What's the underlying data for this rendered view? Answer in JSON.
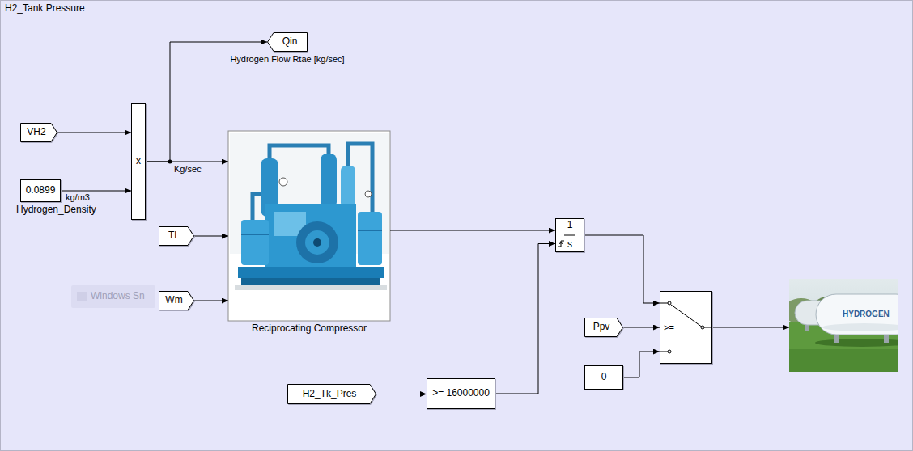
{
  "diagram": {
    "title": "H2_Tank Pressure",
    "nodes": [
      {
        "text": [
          "Qin",
          "Hydrogen Flow Rtae [kg/sec]"
        ]
      },
      {
        "text": [
          "VH2"
        ]
      },
      {
        "text": [
          "0.0899",
          "Hydrogen_Density"
        ]
      },
      {
        "text": [
          "x"
        ]
      },
      {
        "text": [
          "TL"
        ]
      },
      {
        "text": [
          "Wm"
        ]
      },
      {
        "text": [
          "Reciprocating Compressor"
        ]
      },
      {
        "text": [
          "1",
          "s"
        ]
      },
      {
        "text": [
          "Ppv"
        ]
      },
      {
        "text": [
          "0"
        ]
      },
      {
        "text": [
          ">="
        ]
      },
      {
        "text": [
          "H2_Tk_Pres"
        ]
      },
      {
        "text": [
          ">= 16000000"
        ]
      },
      {
        "text": [
          "HYDROGEN"
        ]
      }
    ],
    "edges": [
      {
        "from": 1,
        "to": 3,
        "arrow": "to"
      },
      {
        "from": 2,
        "to": 3,
        "label": "kg/m3",
        "arrow": "to"
      },
      {
        "from": 3,
        "to": 0,
        "arrow": "to"
      },
      {
        "from": 3,
        "to": 6,
        "label": "Kg/sec",
        "arrow": "to"
      },
      {
        "from": 4,
        "to": 6,
        "arrow": "to"
      },
      {
        "from": 5,
        "to": 6,
        "arrow": "to"
      },
      {
        "from": 6,
        "to": 7,
        "arrow": "to"
      },
      {
        "from": 11,
        "to": 12,
        "arrow": "to"
      },
      {
        "from": 12,
        "to": 7,
        "arrow": "to"
      },
      {
        "from": 7,
        "to": 10,
        "arrow": "to"
      },
      {
        "from": 8,
        "to": 10,
        "arrow": "to"
      },
      {
        "from": 9,
        "to": 10,
        "arrow": "to"
      },
      {
        "from": 10,
        "to": 13,
        "arrow": "to"
      }
    ],
    "labels": [
      "Windows Sn"
    ]
  }
}
